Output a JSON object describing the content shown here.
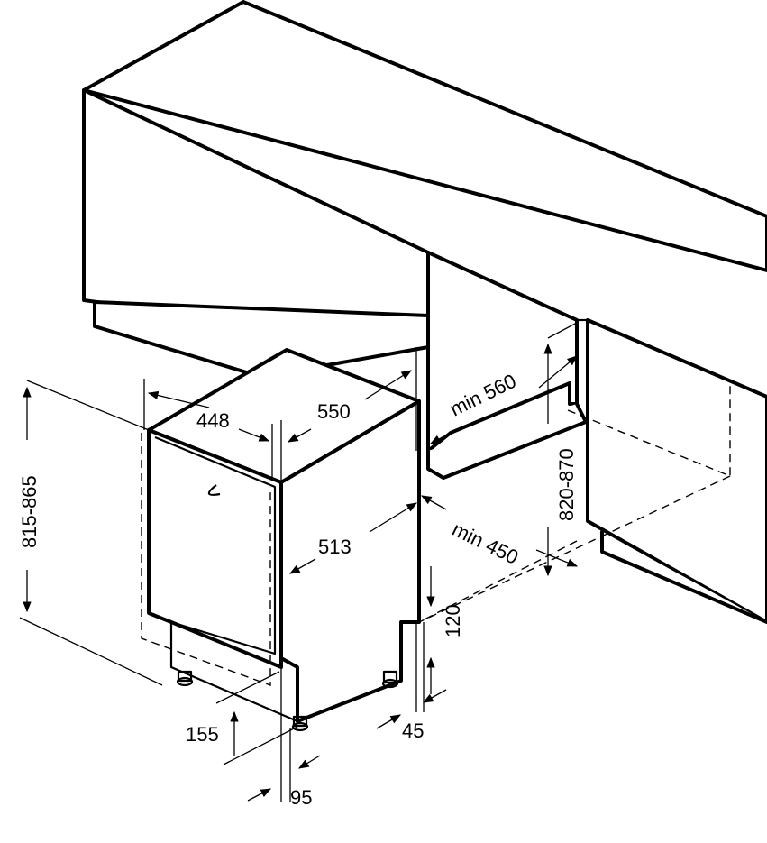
{
  "dimensions": {
    "appliance_height": "815-865",
    "appliance_width": "448",
    "appliance_depth": "550",
    "door_depth_offset": "513",
    "niche_depth_min": "min 560",
    "niche_height": "820-870",
    "niche_width_min": "min 450",
    "plinth_height": "120",
    "plinth_recess": "45",
    "door_bottom_height": "155",
    "door_gap": "95"
  }
}
